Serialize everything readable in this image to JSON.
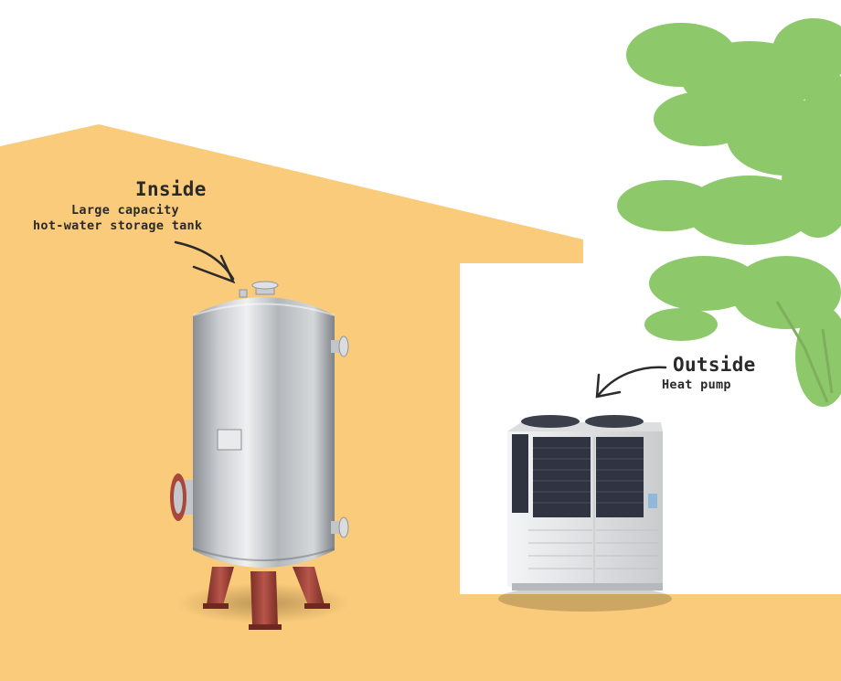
{
  "inside": {
    "title": "Inside",
    "lines": [
      "Large capacity",
      "hot-water storage tank"
    ]
  },
  "outside": {
    "title": "Outside",
    "lines": [
      "Heat pump"
    ]
  },
  "colors": {
    "house_wall": "#FACB7A",
    "tree_foliage": "#8DC86A",
    "tank_steel": "#B9BDC1",
    "tank_legs": "#A94A3E",
    "heat_pump_body": "#E9EAEB",
    "heat_pump_fan": "#2F3440",
    "background": "#FFFFFF"
  }
}
